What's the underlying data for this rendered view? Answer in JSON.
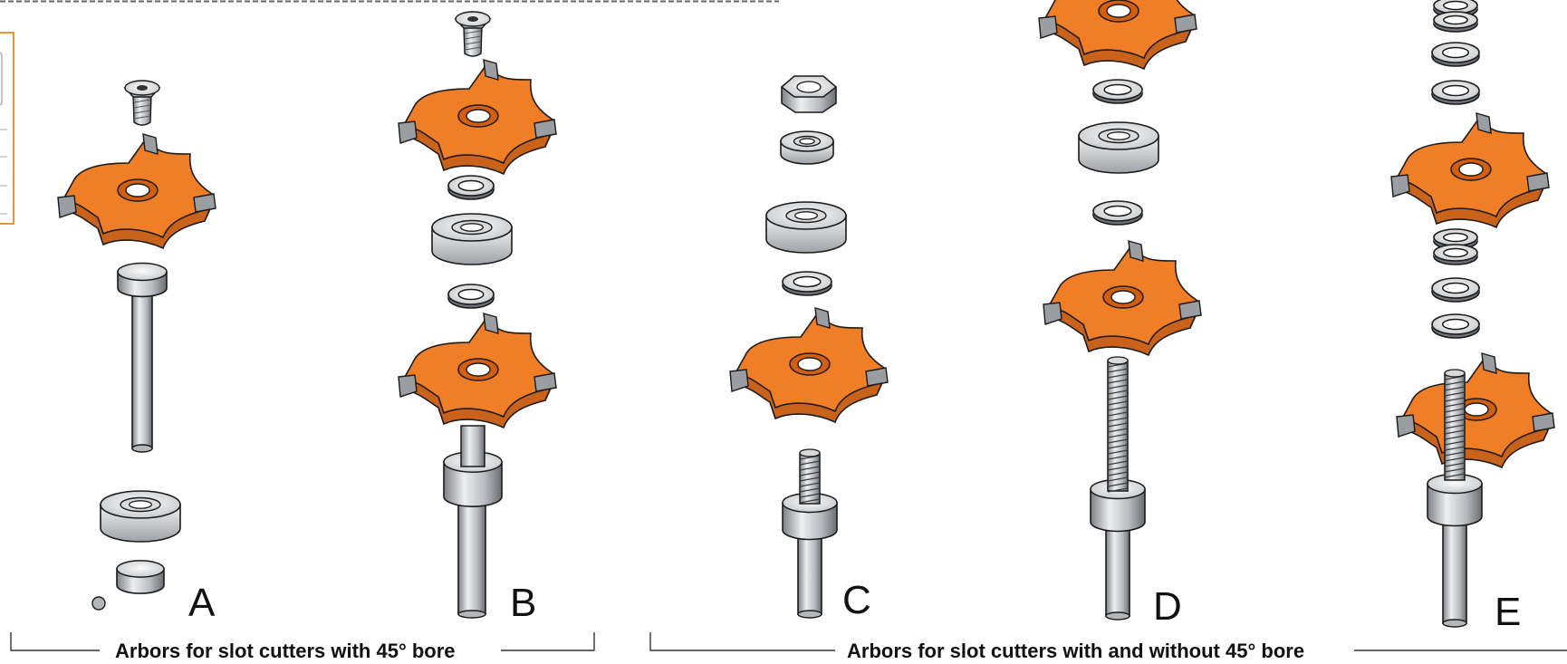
{
  "assemblies": [
    {
      "letter": "A"
    },
    {
      "letter": "B"
    },
    {
      "letter": "C"
    },
    {
      "letter": "D"
    },
    {
      "letter": "E"
    }
  ],
  "groups": [
    {
      "title": "Arbors for slot cutters with 45° bore"
    },
    {
      "title": "Arbors for slot cutters with and without 45° bore"
    }
  ],
  "colors": {
    "cutter": "#f07e26",
    "steel_light": "#e2e4e6",
    "steel_mid": "#b4b7ba",
    "steel_dark": "#6f7276",
    "outline": "#1a1a1a",
    "accent_frame": "#f0923a"
  }
}
